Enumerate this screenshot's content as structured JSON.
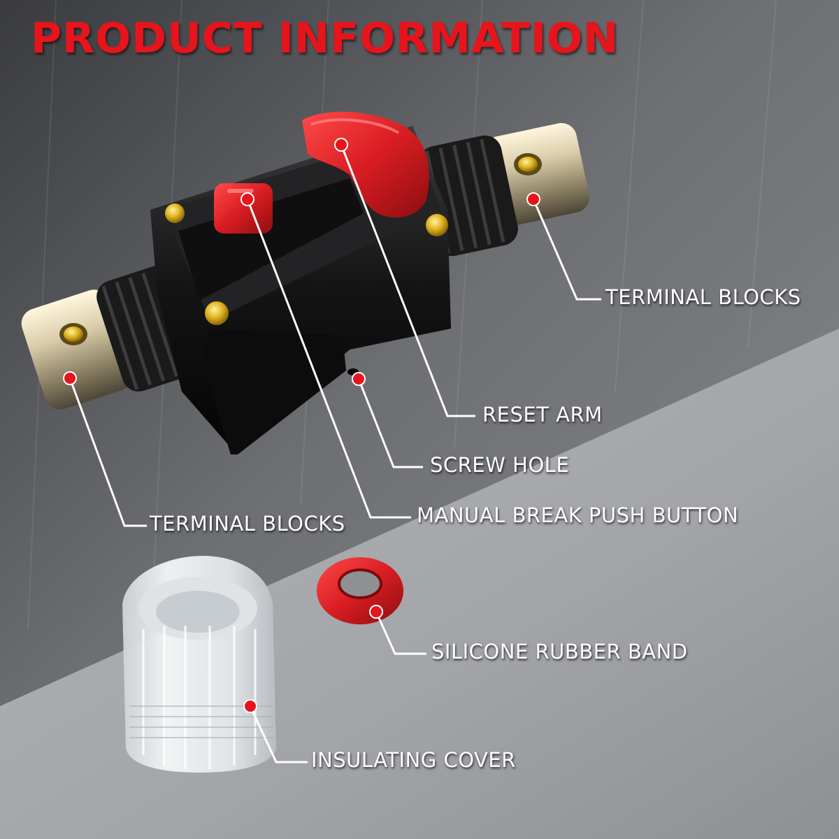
{
  "header": {
    "title": "PRODUCT INFORMATION"
  },
  "labels": {
    "terminal_right": "TERMINAL BLOCKS",
    "reset_arm": "RESET ARM",
    "screw_hole": "SCREW HOLE",
    "push_button": "MANUAL BREAK PUSH BUTTON",
    "terminal_left": "TERMINAL BLOCKS",
    "rubber_band": "SILICONE RUBBER BAND",
    "insulating_cover": "INSULATING COVER"
  },
  "colors": {
    "headline": "#e8141c",
    "marker": "#e8141c",
    "leader": "#ffffff",
    "body_black": "#111111",
    "lever_red": "#d81d22"
  }
}
